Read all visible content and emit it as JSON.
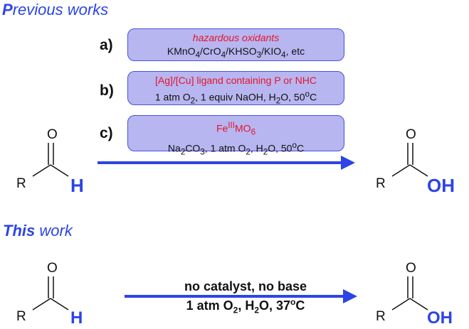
{
  "headings": {
    "previous": {
      "strong": "P",
      "rest": "revious works"
    },
    "current": {
      "strong": "This",
      "rest": " work"
    }
  },
  "conditions": [
    {
      "label": "a)",
      "line1": "hazardous oxidants",
      "line2": "KMnO4/CrO4/KHSO3/KIO4, etc"
    },
    {
      "label": "b)",
      "line1": "[Ag]/[Cu] ligand containing P or NHC",
      "line2": "1 atm O2, 1 equiv NaOH, H2O, 50oC"
    },
    {
      "label": "c)",
      "line1": "FeIIIMO6",
      "line2": "Na2CO3, 1 atm O2, H2O, 50oC"
    }
  ],
  "this_work": {
    "line1": "no catalyst, no base",
    "line2": "1 atm O2, H2O, 37oC"
  },
  "molecules": {
    "oxygen": "O",
    "r_group": "R",
    "aldehyde_h": "H",
    "acid_oh": "OH"
  },
  "colors": {
    "accent_blue": "#2c44e6",
    "box_fill": "#b7b6f0",
    "box_border": "#4453de",
    "red_text": "#e5142b"
  }
}
